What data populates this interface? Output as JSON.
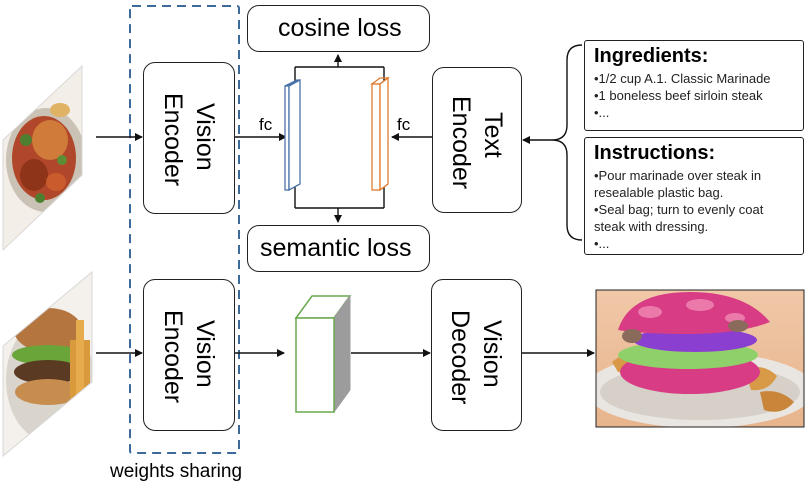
{
  "left_column": {
    "top_encoder": {
      "line1": "Vision",
      "line2": "Encoder"
    },
    "bottom_encoder": {
      "line1": "Vision",
      "line2": "Encoder"
    },
    "weights_caption": "weights sharing"
  },
  "losses": {
    "cosine": "cosine loss",
    "semantic": "semantic loss"
  },
  "fc_labels": {
    "left": "fc",
    "right": "fc"
  },
  "text_encoder": {
    "line1": "Text",
    "line2": "Encoder"
  },
  "vision_decoder": {
    "line1": "Vision",
    "line2": "Decoder"
  },
  "ingredients": {
    "title": "Ingredients:",
    "items": [
      "•1/2 cup A.1. Classic Marinade",
      "•1 boneless beef sirloin steak",
      "•..."
    ]
  },
  "instructions": {
    "title": "Instructions:",
    "items": [
      "•Pour marinade over steak in",
      "resealable plastic bag.",
      "•Seal bag; turn to evenly coat",
      "steak with dressing.",
      "•..."
    ]
  },
  "colors": {
    "dash_border": "#3d6a9a",
    "embed_blue": "#4b72a8",
    "embed_orange": "#e07b2f",
    "feature_green": "#6aa84f",
    "feature_gray": "#9c9c9c",
    "seg_magenta": "#d83c84",
    "seg_purple": "#8b3fd0",
    "seg_green": "#8fd06a"
  }
}
